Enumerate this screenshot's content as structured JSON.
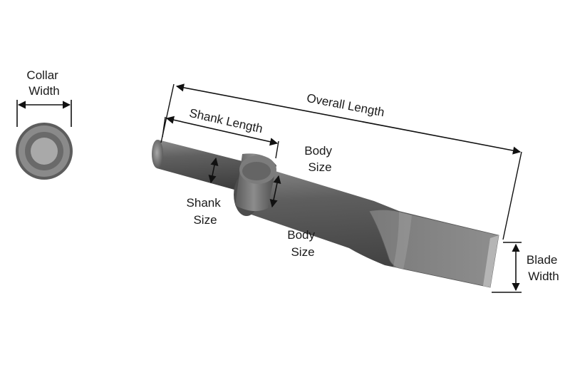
{
  "labels": {
    "collar_width": [
      "Collar",
      "Width"
    ],
    "overall_length": "Overall Length",
    "shank_length": "Shank Length",
    "body_size_top": [
      "Body",
      "Size"
    ],
    "shank_size": [
      "Shank",
      "Size"
    ],
    "body_size_bottom": [
      "Body",
      "Size"
    ],
    "blade_width": [
      "Blade",
      "Width"
    ]
  },
  "colors": {
    "steel_dark": "#4a4a4a",
    "steel_mid": "#6b6b6b",
    "steel_light": "#9a9a9a",
    "line": "#111111"
  }
}
